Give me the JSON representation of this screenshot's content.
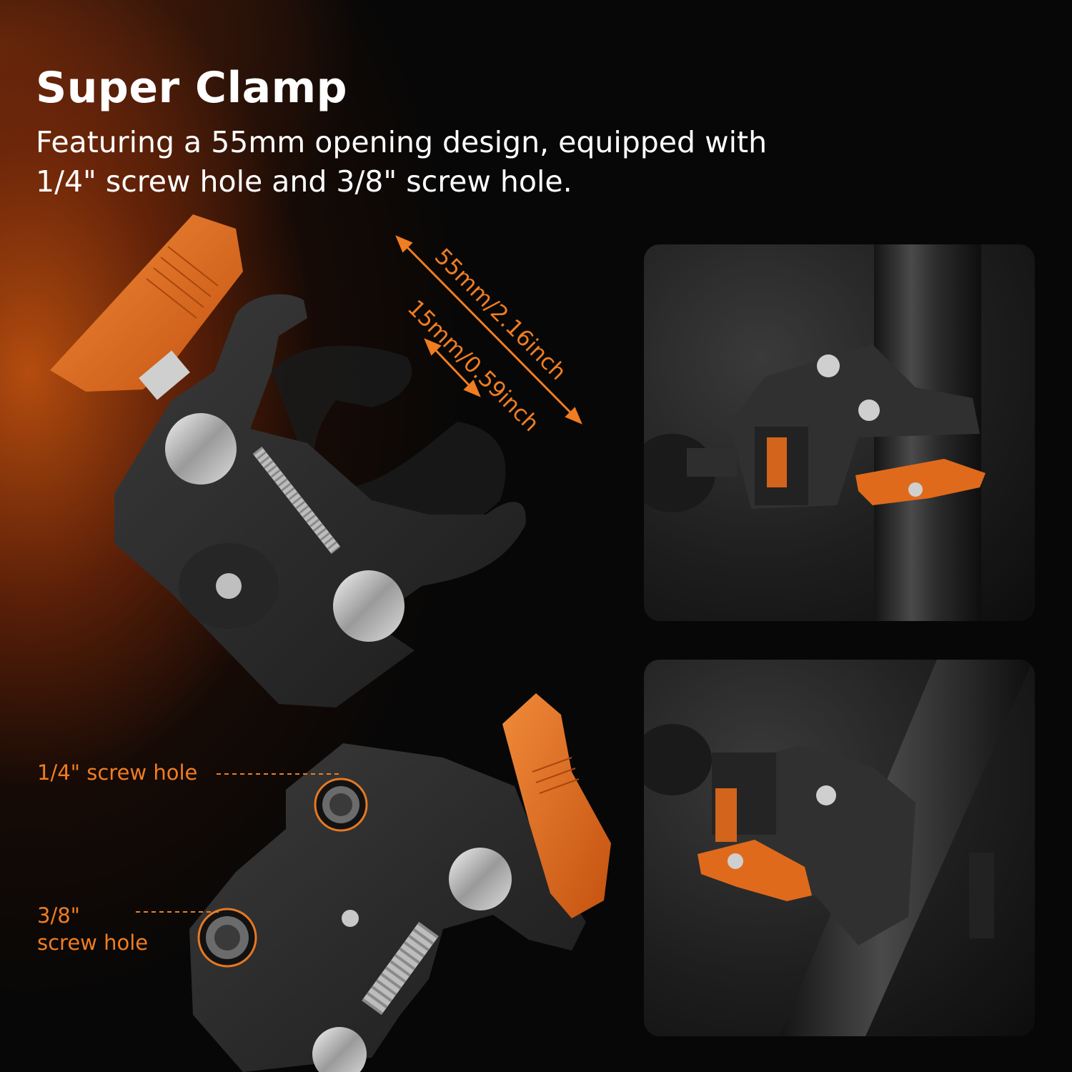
{
  "header": {
    "title": "Super Clamp",
    "subtitle": "Featuring a 55mm opening design, equipped with 1/4\" screw hole and 3/8\" screw hole."
  },
  "dimensions": {
    "opening": "55mm/2.16inch",
    "thickness": "15mm/0.59inch"
  },
  "callouts": {
    "quarter_hole": "1/4\" screw hole",
    "three_eighths_line1": "3/8\"",
    "three_eighths_line2": "screw hole"
  },
  "colors": {
    "accent": "#f07d22",
    "clamp_body": "#2b2b2b",
    "knob": "#e06a1c",
    "background": "#070707"
  }
}
